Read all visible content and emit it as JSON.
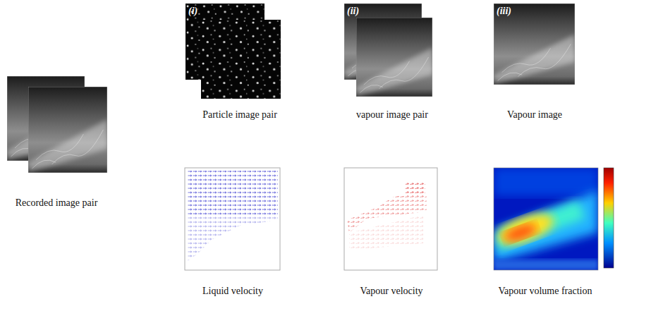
{
  "diagram": {
    "labels": [
      "(i)",
      "(ii)",
      "(iii)",
      "Particle image pair",
      "vapour image pair",
      "Vapour image",
      "Recorded image pair",
      "Liquid velocity",
      "Vapour velocity",
      "Vapour volume fraction"
    ]
  }
}
